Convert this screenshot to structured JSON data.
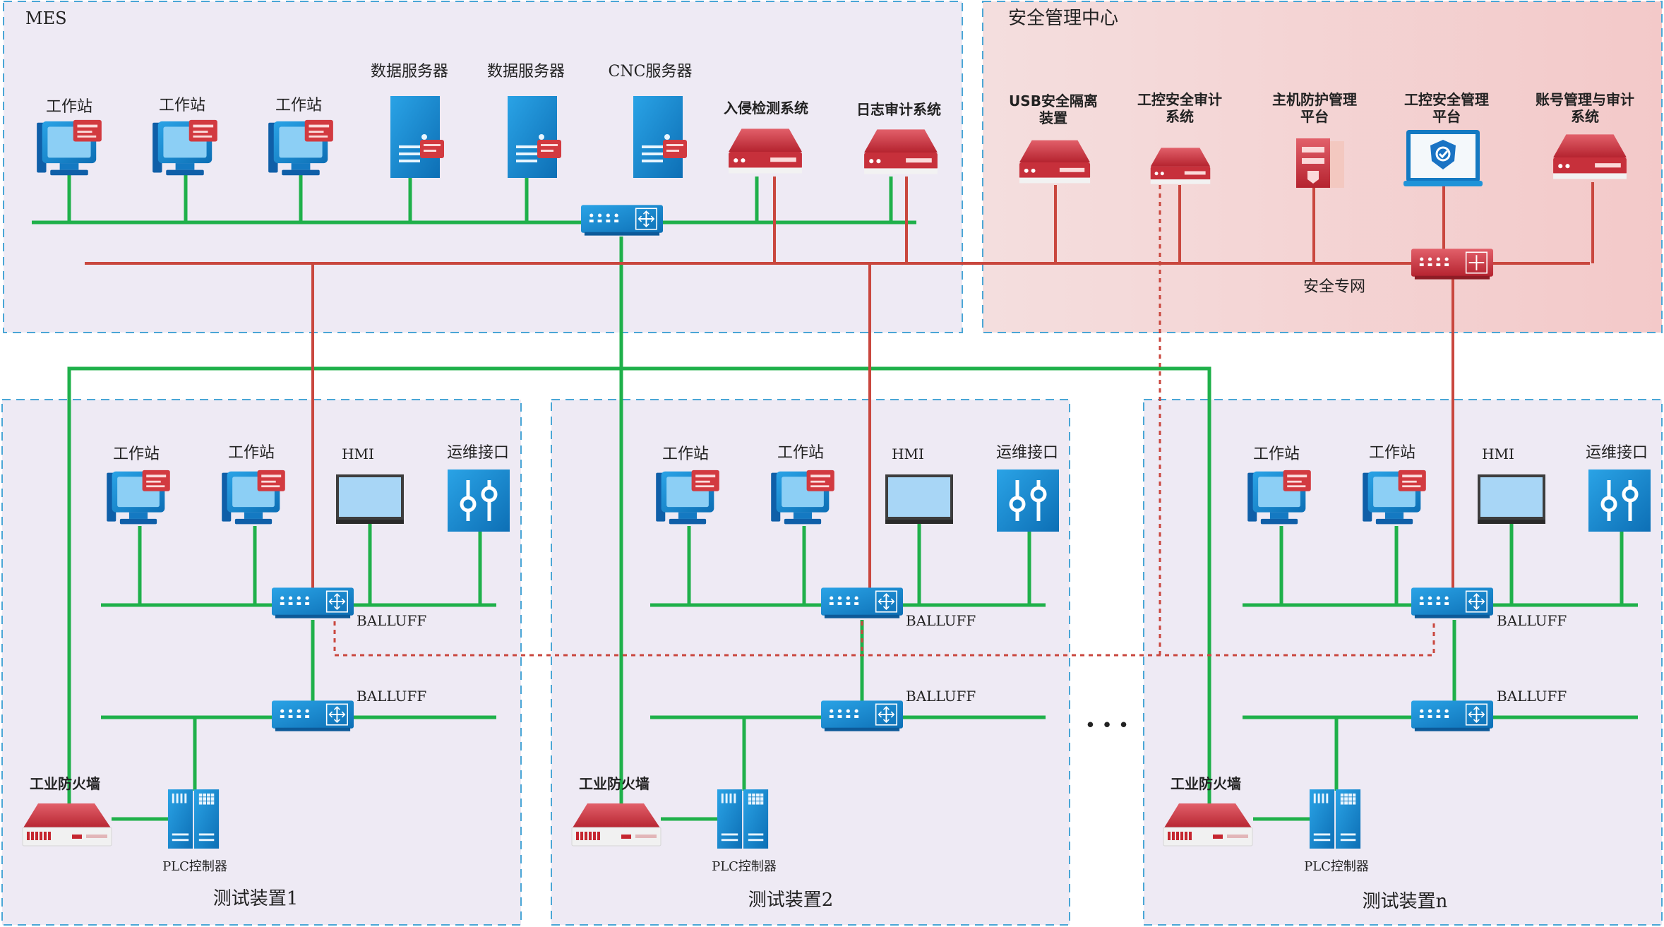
{
  "zones": {
    "mes": {
      "title": "MES"
    },
    "security_center": {
      "title": "安全管理中心",
      "network_label": "安全专网"
    },
    "test_units": [
      {
        "title": "测试装置1"
      },
      {
        "title": "测试装置2"
      },
      {
        "title": "测试装置n"
      }
    ],
    "ellipsis": "• • •"
  },
  "mes_devices": {
    "workstation_1": "工作站",
    "workstation_2": "工作站",
    "workstation_3": "工作站",
    "data_server_1": "数据服务器",
    "data_server_2": "数据服务器",
    "cnc_server": "CNC服务器",
    "ids": "入侵检测系统",
    "log_audit": "日志审计系统"
  },
  "security_devices": {
    "usb_isolation": [
      "USB安全隔离",
      "装置"
    ],
    "ics_audit": [
      "工控安全审计",
      "系统"
    ],
    "host_protection": [
      "主机防护管理",
      "平台"
    ],
    "ics_management": [
      "工控安全管理",
      "平台"
    ],
    "account_audit": [
      "账号管理与审计",
      "系统"
    ]
  },
  "unit_devices": {
    "workstation": "工作站",
    "hmi": "HMI",
    "ops_port": "运维接口",
    "switch": "BALLUFF",
    "firewall": "工业防火墙",
    "plc": "PLC控制器"
  },
  "colors": {
    "green_link": "#1fb04a",
    "red_link": "#c9473e",
    "device_blue": "#1583c7",
    "device_red": "#c8323c",
    "zone_border": "#4aa6d6",
    "mes_fill": "#eeeaf4",
    "security_fill": "#f6d7d7"
  }
}
